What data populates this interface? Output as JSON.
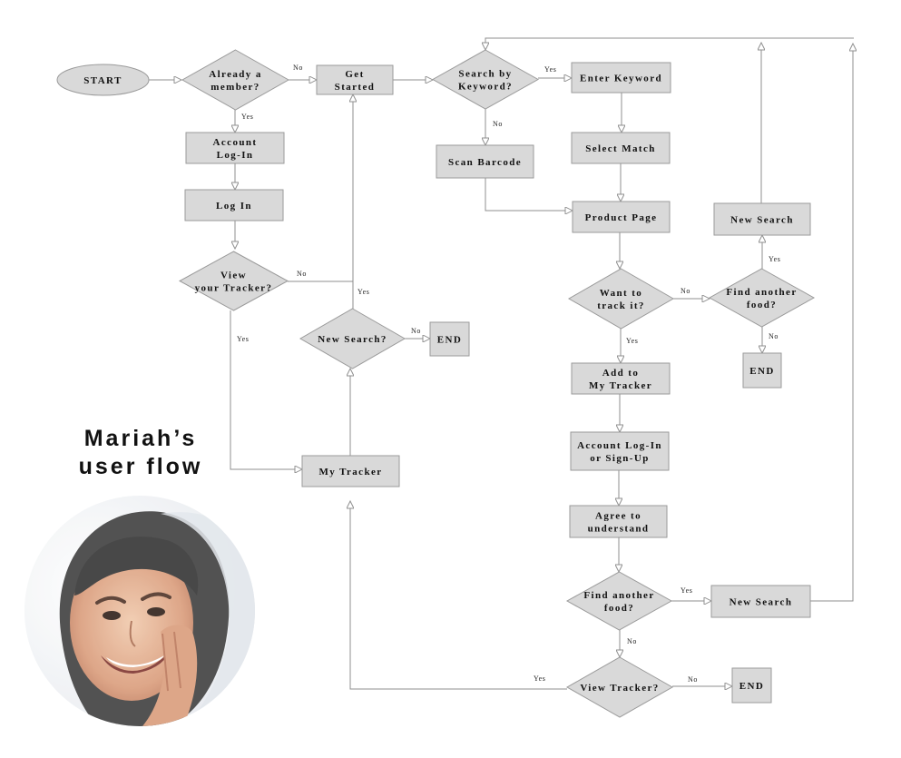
{
  "title": [
    "Mariah’s",
    "user flow"
  ],
  "colors": {
    "node_fill": "#d9d9d9",
    "node_stroke": "#9a9a9a",
    "edge": "#8f8f8f",
    "text": "#111111"
  },
  "avatar_icon": "smiling-woman-photo",
  "nodes": {
    "start": [
      "START"
    ],
    "already_member": [
      "Already a",
      "member?"
    ],
    "get_started": [
      "Get",
      "Started"
    ],
    "search_keyword": [
      "Search by",
      "Keyword?"
    ],
    "enter_keyword": [
      "Enter Keyword"
    ],
    "account_login": [
      "Account",
      "Log-In"
    ],
    "log_in": [
      "Log In"
    ],
    "view_tracker_q": [
      "View",
      "your Tracker?"
    ],
    "new_search_q": [
      "New Search?"
    ],
    "end_1": [
      "END"
    ],
    "scan_barcode": [
      "Scan Barcode"
    ],
    "select_match": [
      "Select Match"
    ],
    "product_page": [
      "Product Page"
    ],
    "new_search_1": [
      "New Search"
    ],
    "want_track": [
      "Want to",
      "track it?"
    ],
    "find_another_1": [
      "Find another",
      "food?"
    ],
    "end_2": [
      "END"
    ],
    "add_tracker": [
      "Add to",
      "My Tracker"
    ],
    "account_signup": [
      "Account Log-In",
      "or Sign-Up"
    ],
    "agree": [
      "Agree to",
      "understand"
    ],
    "my_tracker": [
      "My Tracker"
    ],
    "find_another_2": [
      "Find another",
      "food?"
    ],
    "new_search_2": [
      "New Search"
    ],
    "view_tracker_2": [
      "View Tracker?"
    ],
    "end_3": [
      "END"
    ]
  },
  "edge_labels": {
    "already_no": "No",
    "already_yes": "Yes",
    "keyword_yes": "Yes",
    "keyword_no": "No",
    "view_no": "No",
    "view_yes": "Yes",
    "newsearch_yes": "Yes",
    "newsearch_no": "No",
    "want_no": "No",
    "want_yes": "Yes",
    "find1_yes": "Yes",
    "find1_no": "No",
    "find2_yes": "Yes",
    "find2_no": "No",
    "viewtracker_yes": "Yes",
    "viewtracker_no": "No"
  }
}
